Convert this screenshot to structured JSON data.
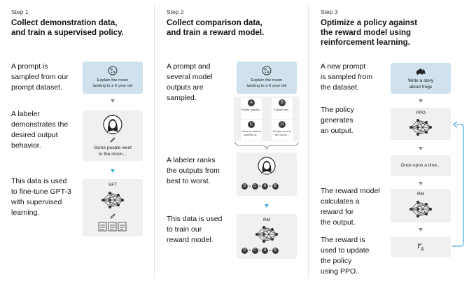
{
  "steps": [
    {
      "step_label": "Step 1",
      "title_line1": "Collect demonstration data,",
      "title_line2": "and train a supervised policy.",
      "desc1": [
        "A prompt is",
        "sampled from our",
        "prompt dataset."
      ],
      "prompt_card": [
        "Explain the moon",
        "landing to a 6 year old"
      ],
      "desc2": [
        "A labeler",
        "demonstrates the",
        "desired output",
        "behavior."
      ],
      "labeler_text": [
        "Some people went",
        "to the moon..."
      ],
      "desc3": [
        "This data is used",
        "to fine-tune GPT-3",
        "with supervised",
        "learning."
      ],
      "model_label": "SFT"
    },
    {
      "step_label": "Step 2",
      "title_line1": "Collect comparison data,",
      "title_line2": "and train a reward model.",
      "desc1": [
        "A prompt and",
        "several model",
        "outputs are",
        "sampled."
      ],
      "prompt_card": [
        "Explain the moon",
        "landing to a 6 year old"
      ],
      "outputs": [
        {
          "letter": "A",
          "text": [
            "Explain gravity..."
          ]
        },
        {
          "letter": "B",
          "text": [
            "Explain war..."
          ]
        },
        {
          "letter": "C",
          "text": [
            "Moon is natural",
            "satellite of..."
          ]
        },
        {
          "letter": "D",
          "text": [
            "People went to",
            "the moon..."
          ]
        }
      ],
      "desc2": [
        "A labeler ranks",
        "the outputs from",
        "best to worst."
      ],
      "ranking": [
        "D",
        ">",
        "C",
        ">",
        "A",
        "=",
        "B"
      ],
      "desc3": [
        "This data is used",
        "to train our",
        "reward model."
      ],
      "model_label": "RM",
      "ranking2": [
        "D",
        ">",
        "C",
        ">",
        "A",
        "=",
        "B"
      ]
    },
    {
      "step_label": "Step 3",
      "title_line1": "Optimize a policy against",
      "title_line2": "the reward model using",
      "title_line3": "reinforcement learning.",
      "desc1": [
        "A new prompt",
        "is sampled from",
        "the dataset."
      ],
      "prompt_card": [
        "Write a story",
        "about frogs"
      ],
      "desc2": [
        "The policy",
        "generates",
        "an output."
      ],
      "policy_label": "PPO",
      "output_text": "Once upon a time...",
      "desc3": [
        "The reward model",
        "calculates a",
        "reward for",
        "the output."
      ],
      "rm_label": "RM",
      "desc4": [
        "The reward is",
        "used to update",
        "the policy",
        "using PPO."
      ],
      "reward_symbol": "r",
      "reward_sub": "k"
    }
  ],
  "colors": {
    "prompt_card": "#cfe2ee",
    "card": "#f0f0f0",
    "feedback_arrow": "#48a8e0"
  }
}
